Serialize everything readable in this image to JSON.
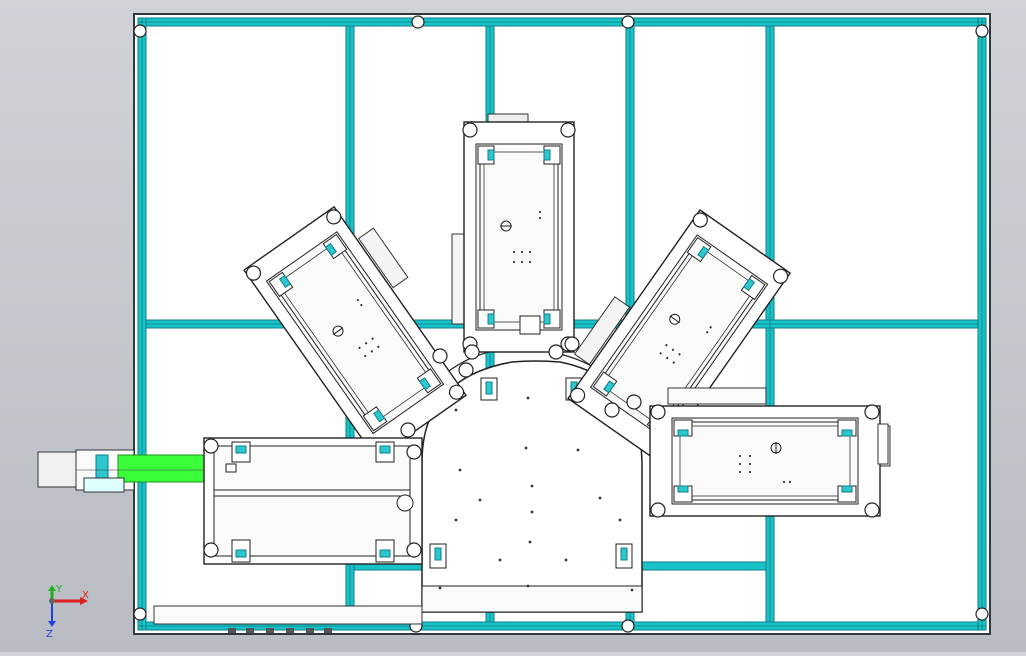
{
  "model": {
    "colors": {
      "frame_outer": "#2f3a40",
      "profile_fill": "#19c2c8",
      "profile_edge": "#0d7f85",
      "panel_fill": "#ffffff",
      "part_fill": "#f4f4f4",
      "line": "#2b2b2b",
      "conveyor_belt": "#3cff3c",
      "roller_fill": "#2ec7cf",
      "background_top": "#cfd3d8",
      "background_bottom": "#b9bdc3"
    },
    "stations": [
      {
        "id": "station-left-top",
        "label": ""
      },
      {
        "id": "station-top",
        "label": ""
      },
      {
        "id": "station-right-top",
        "label": ""
      },
      {
        "id": "station-right",
        "label": ""
      },
      {
        "id": "station-left",
        "label": ""
      }
    ]
  },
  "triad": {
    "x_label": "X",
    "y_label": "Y",
    "z_label": "Z",
    "x_color": "#e02020",
    "y_color": "#20b020",
    "z_color": "#2040e0"
  }
}
